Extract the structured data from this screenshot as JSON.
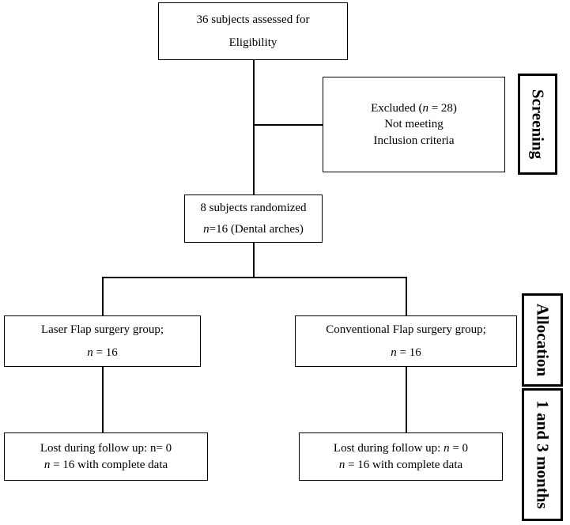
{
  "boxes": {
    "assessed": {
      "line1": "36 subjects assessed for",
      "line2": "Eligibility"
    },
    "excluded": {
      "prefix": "Excluded (",
      "n": "n",
      "suffix": " = 28)",
      "line2": "Not meeting",
      "line3": "Inclusion criteria"
    },
    "randomized": {
      "line1": "8 subjects randomized",
      "n": "n",
      "line2_rest": "=16 (Dental arches)"
    },
    "laser": {
      "line1": "Laser Flap surgery group;",
      "n": "n",
      "line2_rest": " = 16"
    },
    "conventional": {
      "line1": "Conventional Flap surgery group;",
      "n": "n",
      "line2_rest": " = 16"
    },
    "lost_left": {
      "line1": "Lost during follow up: n= 0",
      "n": "n",
      "line2_rest": " = 16 with complete data"
    },
    "lost_right": {
      "line1_prefix": "Lost during follow up: ",
      "n": "n",
      "line1_suffix": " = 0",
      "n2": "n",
      "line2_rest": " = 16 with complete data"
    }
  },
  "stages": {
    "screening": "Screening",
    "allocation": "Allocation",
    "followup": "1 and 3 months"
  }
}
